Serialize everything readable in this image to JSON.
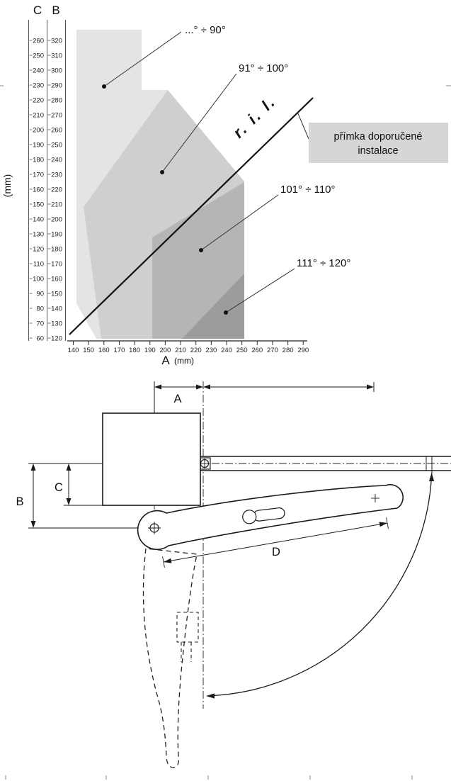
{
  "chart": {
    "header_c": "C",
    "header_b": "B",
    "ylabel": "(mm)",
    "xlabel": "A",
    "xunit": "(mm)",
    "c_ticks": [
      "260",
      "250",
      "240",
      "230",
      "220",
      "210",
      "200",
      "190",
      "180",
      "170",
      "160",
      "150",
      "140",
      "130",
      "120",
      "110",
      "100",
      "90",
      "80",
      "70",
      "60"
    ],
    "b_ticks": [
      "320",
      "310",
      "300",
      "290",
      "280",
      "270",
      "260",
      "250",
      "240",
      "230",
      "220",
      "210",
      "200",
      "190",
      "180",
      "170",
      "160",
      "150",
      "140",
      "130",
      "120"
    ],
    "a_ticks": [
      "140",
      "150",
      "160",
      "170",
      "180",
      "190",
      "200",
      "210",
      "220",
      "230",
      "240",
      "250",
      "260",
      "270",
      "280",
      "290"
    ],
    "zones": {
      "z90": "...° ÷ 90°",
      "z100": "91° ÷ 100°",
      "z110": "101° ÷ 110°",
      "z120": "111° ÷ 120°"
    },
    "ril_label": "r. i. l.",
    "note_line1": "přímka doporučené",
    "note_line2": "instalace",
    "colors": {
      "zone90": "#e4e4e4",
      "zone100": "#cfcfcf",
      "zone110": "#b5b5b5",
      "zone120": "#9c9c9c",
      "note_bg": "#d6d6d6"
    }
  },
  "drawing": {
    "dim_a": "A",
    "dim_b": "B",
    "dim_c": "C",
    "dim_d": "D"
  }
}
